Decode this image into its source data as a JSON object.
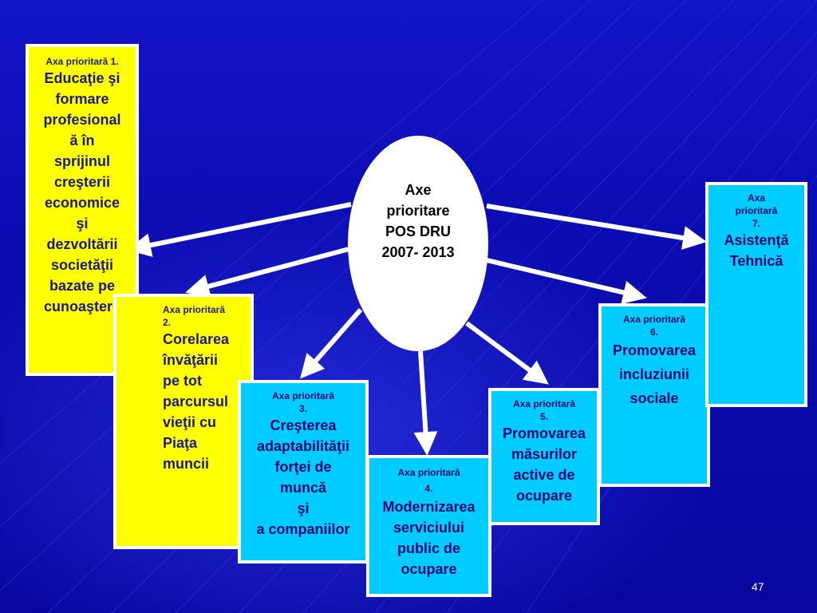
{
  "center": {
    "text": "Axe\nprioritare\nPOS DRU\n2007- 2013"
  },
  "axes": [
    {
      "header": "Axa prioritară 1.",
      "title": "Educaţie şi\nformare\nprofesional\nă în\nsprijinul\ncreşterii\neconomice\nşi\ndezvoltării\nsocietăţii\nbazate pe\ncunoaştere"
    },
    {
      "header": "Axa prioritară\n2.",
      "title": "Corelarea\nînvăţării\npe tot\nparcursul\nvieţii cu\nPiaţa\nmuncii"
    },
    {
      "header": "Axa prioritară\n3.",
      "title": "Creşterea\nadaptabilităţii\nforţei de\nmuncă\nşi\na companiilor"
    },
    {
      "header": "Axa prioritară\n4.",
      "title": "Modernizarea\nserviciului\npublic de\nocupare"
    },
    {
      "header": "Axa prioritară\n5.",
      "title": "Promovarea\nmăsurilor\nactive de\nocupare"
    },
    {
      "header": "Axa prioritară\n6.",
      "title": "Promovarea\nincluziunii\nsociale"
    },
    {
      "header": "Axa\nprioritară\n7.",
      "title": "Asistenţă\nTehnică"
    }
  ],
  "slide_number": "47",
  "colors": {
    "background": "#0a0aa8",
    "yellow_box": "#ffff00",
    "cyan_box": "#00ccff",
    "text": "#1a1a8a",
    "arrow": "#ffffff"
  }
}
